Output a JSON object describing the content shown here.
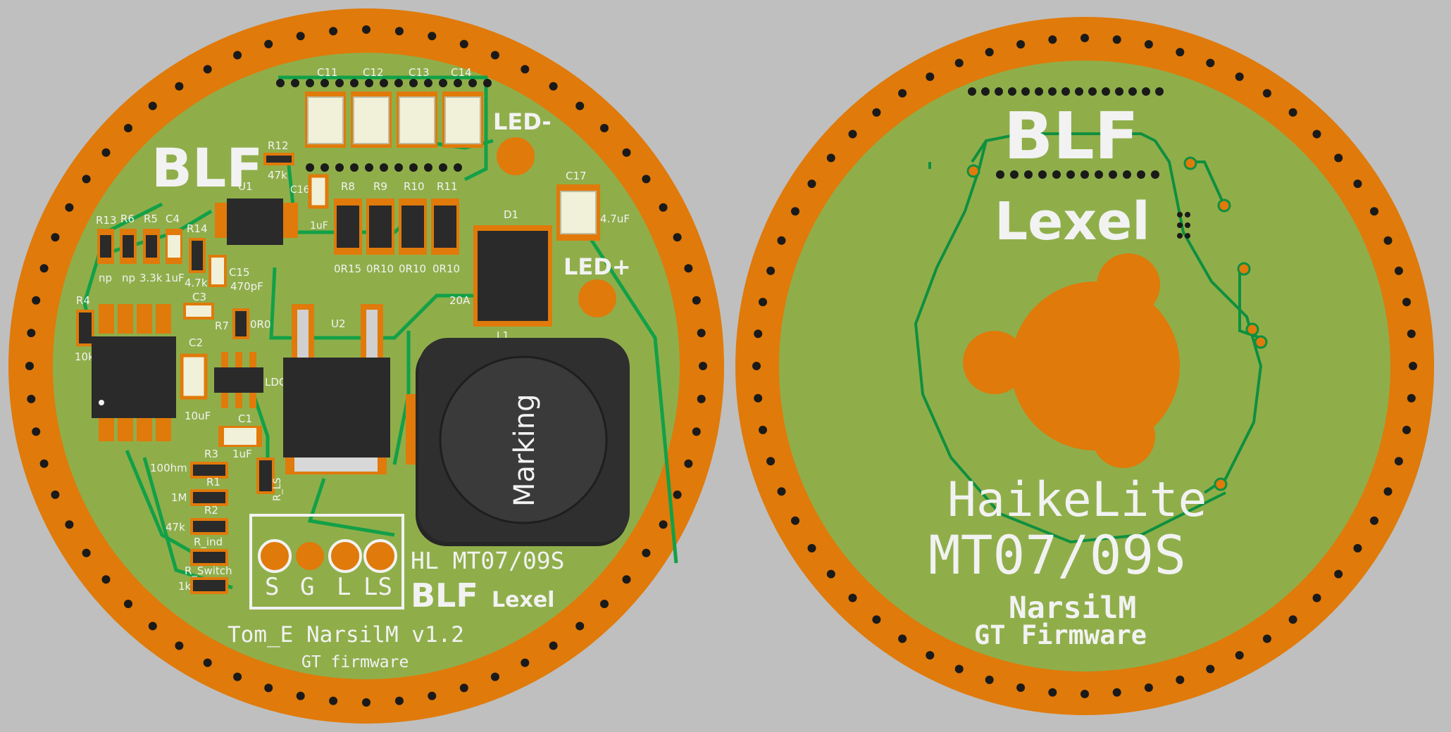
{
  "colors": {
    "background": "#bfbfbf",
    "board": "#8fae4a",
    "copper": "#e07a0a",
    "trace": "#12a048",
    "silkscreen": "#f2f2f2",
    "ic_body": "#2a2a2a",
    "capacitor": "#f1f0d8"
  },
  "front": {
    "logo": "BLF",
    "caps_top": [
      "C11",
      "C12",
      "C13",
      "C14"
    ],
    "led_minus": "LED-",
    "led_plus": "LED+",
    "resistor_row": {
      "labels": [
        "R8",
        "R9",
        "R10",
        "R11"
      ],
      "values": [
        "0R15",
        "0R10",
        "0R10",
        "0R10"
      ]
    },
    "r12": {
      "label": "R12",
      "value": "47k"
    },
    "u1": "U1",
    "c16": {
      "label": "C16",
      "value": "1uF"
    },
    "d1": "D1",
    "c17": {
      "label": "C17",
      "value": "4.7uF"
    },
    "left_cluster": {
      "labels": [
        "R13",
        "R6",
        "R5",
        "C4"
      ],
      "values": [
        "np",
        "np",
        "3.3k",
        "1uF"
      ]
    },
    "r14": {
      "label": "R14",
      "value": "4.7k"
    },
    "c15": {
      "label": "C15",
      "value": "470pF"
    },
    "r4": {
      "label": "R4",
      "value": "10k"
    },
    "c3": "C3",
    "r7": {
      "label": "R7",
      "value": "0R0"
    },
    "u2": "U2",
    "l1_current": "20A",
    "l1": "L1",
    "c2": {
      "label": "C2",
      "value": "10uF"
    },
    "ldo": "LDO",
    "c1": {
      "label": "C1",
      "value": "1uF"
    },
    "r3": {
      "label": "R3",
      "value": "100hm"
    },
    "r1": {
      "label": "R1",
      "value": "1M"
    },
    "r2": {
      "label": "R2",
      "value": "47k"
    },
    "r_ind": "R_ind",
    "r_switch": {
      "label": "R_Switch",
      "value": "1k"
    },
    "r_ls": "R_LS",
    "inductor_marking": "Marking",
    "pads": [
      "S",
      "G",
      "L",
      "LS"
    ],
    "model": "HL MT07/09S",
    "brand_blf": "BLF",
    "brand_lexel": "Lexel",
    "credit": "Tom_E NarsilM v1.2",
    "firmware": "GT firmware"
  },
  "back": {
    "logo": "BLF",
    "sub_logo": "Lexel",
    "title": "HaikeLite",
    "model": "MT07/09S",
    "software": "NarsilM",
    "firmware": "GT Firmware"
  }
}
